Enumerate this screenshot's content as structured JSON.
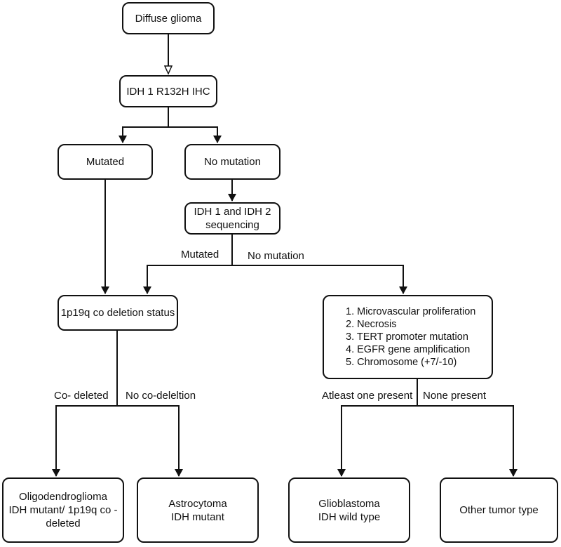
{
  "nodes": {
    "diffuse_glioma": "Diffuse glioma",
    "idh1_ihc": "IDH 1 R132H IHC",
    "ihc_mutated": "Mutated",
    "ihc_no_mutation": "No mutation",
    "sequencing": [
      "IDH 1 and IDH 2",
      "sequencing"
    ],
    "codeletion_status": "1p19q co deletion status",
    "criteria": [
      "1. Microvascular proliferation",
      "2. Necrosis",
      "3. TERT promoter mutation",
      "4. EGFR gene amplification",
      "5. Chromosome (+7/-10)"
    ],
    "oligodendroglioma": [
      "Oligodendroglioma",
      "IDH mutant/ 1p19q co -",
      "deleted"
    ],
    "astrocytoma": [
      "Astrocytoma",
      "IDH mutant"
    ],
    "glioblastoma": [
      "Glioblastoma",
      "IDH wild type"
    ],
    "other_tumor": "Other tumor type"
  },
  "edge_labels": {
    "seq_mutated": "Mutated",
    "seq_no_mutation": "No mutation",
    "co_deleted": "Co- deleted",
    "no_codeletion": "No co-deleltion",
    "atleast_one": "Atleast one present",
    "none_present": "None present"
  },
  "colors": {
    "line": "#111111",
    "background": "#ffffff"
  }
}
